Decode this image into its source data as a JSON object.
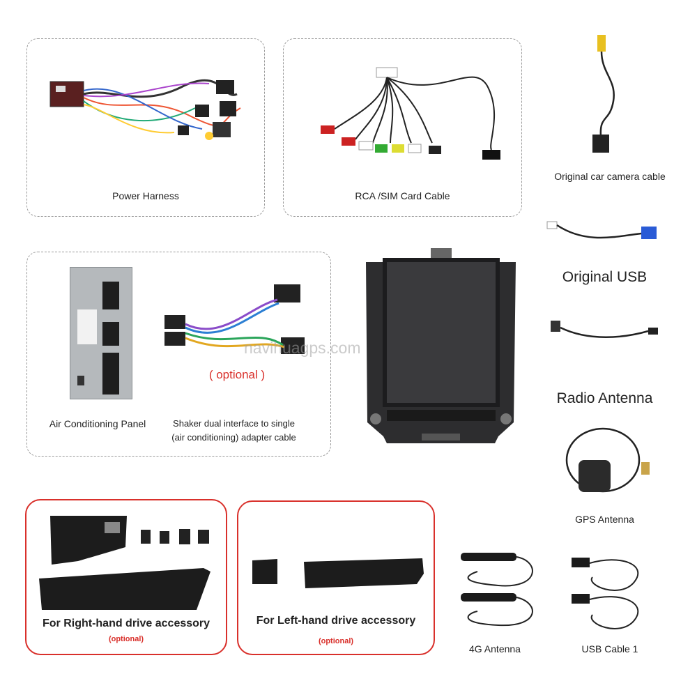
{
  "labels": {
    "power_harness": "Power Harness",
    "rca_sim": "RCA /SIM Card Cable",
    "camera_cable": "Original car camera cable",
    "usb": "Original USB",
    "radio_antenna": "Radio Antenna",
    "gps_antenna": "GPS Antenna",
    "ac_panel": "Air Conditioning Panel",
    "shaker_line1": "Shaker dual interface to single",
    "shaker_line2": "(air conditioning) adapter cable",
    "optional_paren": "( optional )",
    "rhd_title": "For Right-hand drive accessory",
    "rhd_optional": "(optional)",
    "lhd_title": "For Left-hand drive accessory",
    "lhd_optional": "(optional)",
    "antenna_4g": "4G Antenna",
    "usb_cable1": "USB Cable 1"
  },
  "watermark": "navihuagps.com",
  "colors": {
    "accent_red": "#d9302b",
    "dashed_border": "#9a9a9a"
  }
}
